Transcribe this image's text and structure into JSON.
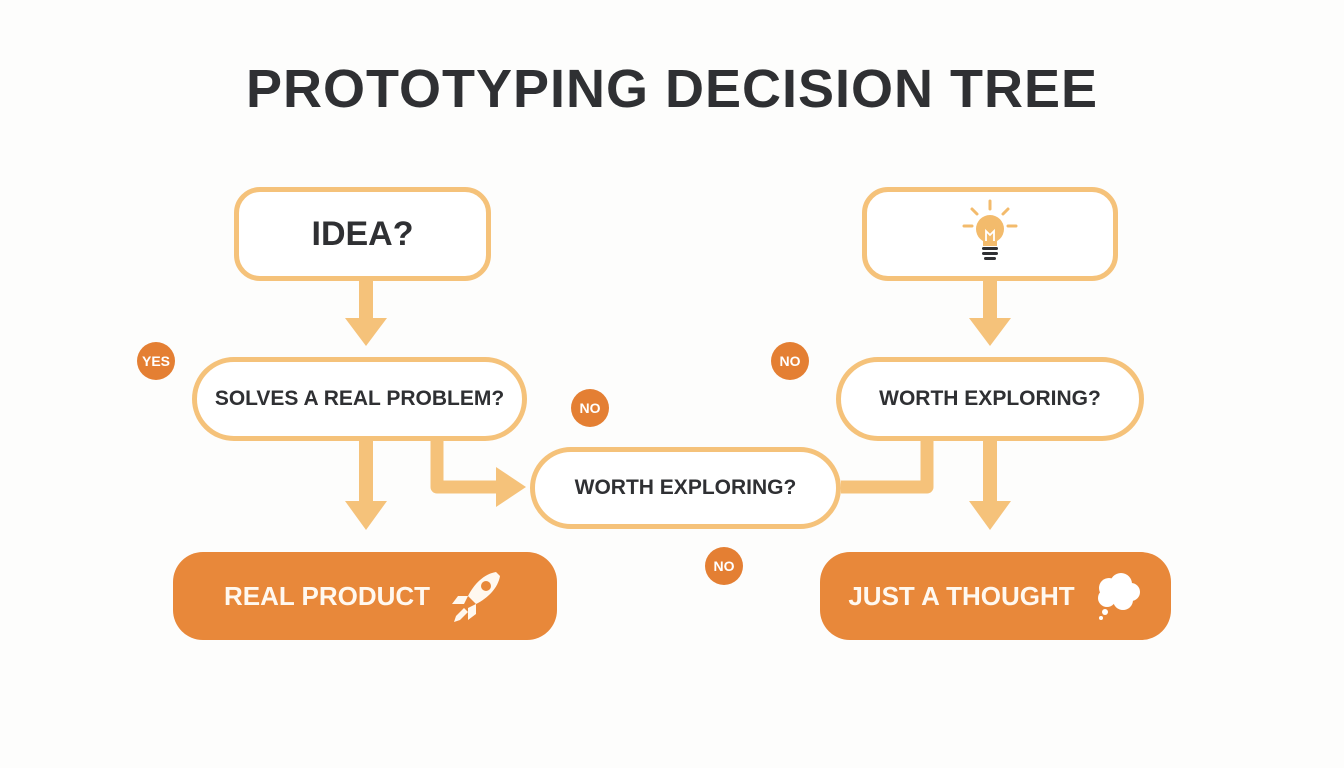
{
  "title": "PROTOTYPING DECISION TREE",
  "colors": {
    "title": "#2f3033",
    "node_border": "#f5c27a",
    "connector": "#f5c27a",
    "result_fill": "#e8883a",
    "badge_fill": "#e47f33",
    "node_text": "#2f3033"
  },
  "nodes": {
    "idea": {
      "label": "IDEA?"
    },
    "bulb": {
      "icon": "lightbulb-icon"
    },
    "solves": {
      "label": "SOLVES A REAL PROBLEM?"
    },
    "worth_right": {
      "label": "WORTH EXPLORING?"
    },
    "worth_mid": {
      "label": "WORTH EXPLORING?"
    }
  },
  "results": {
    "product": {
      "label": "REAL PRODUCT",
      "icon": "rocket-icon"
    },
    "thought": {
      "label": "JUST A THOUGHT",
      "icon": "thought-bubble-icon"
    }
  },
  "badges": [
    {
      "label": "YES"
    },
    {
      "label": "NO"
    },
    {
      "label": "NO"
    },
    {
      "label": "NO"
    }
  ]
}
